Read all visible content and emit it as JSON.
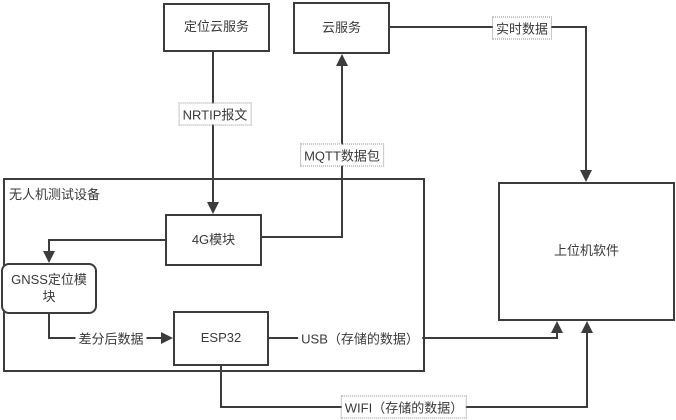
{
  "diagram": {
    "nodes": {
      "positioning_cloud": {
        "label": "定位云服务"
      },
      "cloud": {
        "label": "云服务"
      },
      "host": {
        "label": "上位机软件"
      },
      "device_group": {
        "label": "无人机测试设备"
      },
      "module_4g": {
        "label": "4G模块"
      },
      "gnss": {
        "label": "GNSS定位模块"
      },
      "esp32": {
        "label": "ESP32"
      }
    },
    "edges": {
      "nrtip": {
        "label": "NRTIP报文"
      },
      "mqtt": {
        "label": "MQTT数据包"
      },
      "realtime": {
        "label": "实时数据"
      },
      "diff": {
        "label": "差分后数据"
      },
      "usb": {
        "label": "USB（存储的数据）"
      },
      "wifi": {
        "label": "WIFI（存储的数据）"
      }
    },
    "colors": {
      "line": "#3c3c3c",
      "text": "#3a3a3a",
      "box_background": "#ffffff"
    }
  }
}
